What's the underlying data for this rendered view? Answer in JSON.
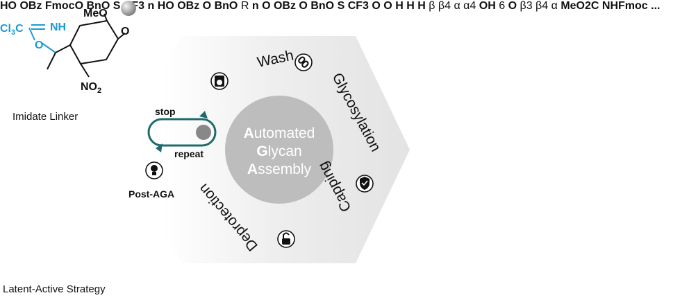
{
  "linker": {
    "caption": "Imidate Linker",
    "groups": {
      "meo": "MeO",
      "no2": "NO",
      "no2_sub": "2",
      "imidate": "Cl",
      "imidate_sub": "3",
      "imidate_c": "C",
      "nh": "NH",
      "o": "O"
    }
  },
  "building_block": {
    "caption": "Latent-Active Strategy",
    "groups": {
      "ho": "HO",
      "obz": "OBz",
      "fmoco": "FmocO",
      "bno": "BnO",
      "s": "S",
      "cf3": "CF",
      "cf3_sub": "3"
    }
  },
  "cycle": {
    "steps": [
      "Wash",
      "Glycosylation",
      "Capping",
      "Deprotection"
    ],
    "center": {
      "line1_initial": "A",
      "line1_rest": "utomated",
      "line2_initial": "G",
      "line2_rest": "lycan",
      "line3_initial": "A",
      "line3_rest": "ssembly"
    },
    "toggle": {
      "stop": "stop",
      "repeat": "repeat",
      "post": "Post-AGA"
    }
  },
  "products": {
    "n_label": "n",
    "r_label": "R",
    "oh": "HO",
    "obz": "OBz",
    "bno": "BnO",
    "s": "S",
    "cf3": "CF",
    "cf3_sub": "3",
    "o": "O",
    "steroid": {
      "beta": "β",
      "beta4": "β4",
      "alpha": "α",
      "alpha4": "α4",
      "h": "H"
    },
    "chain": {
      "beta3": "β3",
      "beta4": "β4",
      "alpha": "α",
      "six": "6",
      "oh": "OH",
      "meo2c": "MeO",
      "meo2c_sub": "2",
      "meo2c_c": "C",
      "nhfmoc": "NHFmoc",
      "ellipsis": "..."
    }
  },
  "colors": {
    "glc_blue": "#1f9be8",
    "glcnac_blue": "#1f9be8",
    "gal_yellow": "#f4e67a",
    "man_green": "#0f8a4a",
    "ring_green": "#1e9a2c",
    "linker_blue": "#1a9ad6",
    "r_pink": "#f08a8a",
    "toggle_teal": "#1f6b6b",
    "cycle_gray": "#bbbbbb"
  }
}
